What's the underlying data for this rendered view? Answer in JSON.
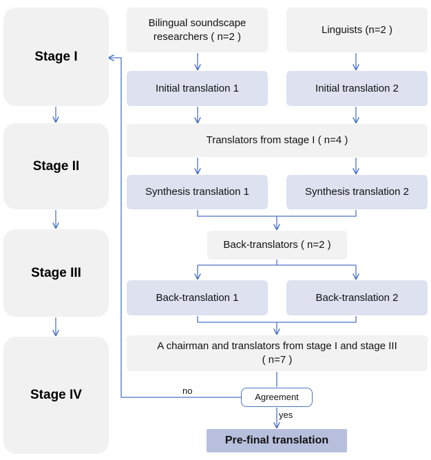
{
  "colors": {
    "stage_box": "#f1f1f1",
    "grey_box": "#f2f2f2",
    "blue_box": "#dde1f0",
    "final_box": "#b8bfdd",
    "arrow": "#4a72c4"
  },
  "stages": [
    {
      "label": "Stage I"
    },
    {
      "label": "Stage II"
    },
    {
      "label": "Stage III"
    },
    {
      "label": "Stage IV"
    }
  ],
  "nodes": {
    "bilingual_line1": "Bilingual soundscape",
    "bilingual_line2": "researchers ( n=2 )",
    "linguists": "Linguists  (n=2 )",
    "initial_1": "Initial translation 1",
    "initial_2": "Initial translation 2",
    "translators_stage1": "Translators from stage I ( n=4 )",
    "synthesis_1": "Synthesis translation 1",
    "synthesis_2": "Synthesis translation 2",
    "back_translators": "Back-translators ( n=2 )",
    "back_translation_1": "Back-translation 1",
    "back_translation_2": "Back-translation 2",
    "chairman_line1": "A chairman and translators from stage I and stage III",
    "chairman_line2": "( n=7 )",
    "agreement": "Agreement",
    "final": "Pre-final translation"
  },
  "edge_labels": {
    "no": "no",
    "yes": "yes"
  }
}
